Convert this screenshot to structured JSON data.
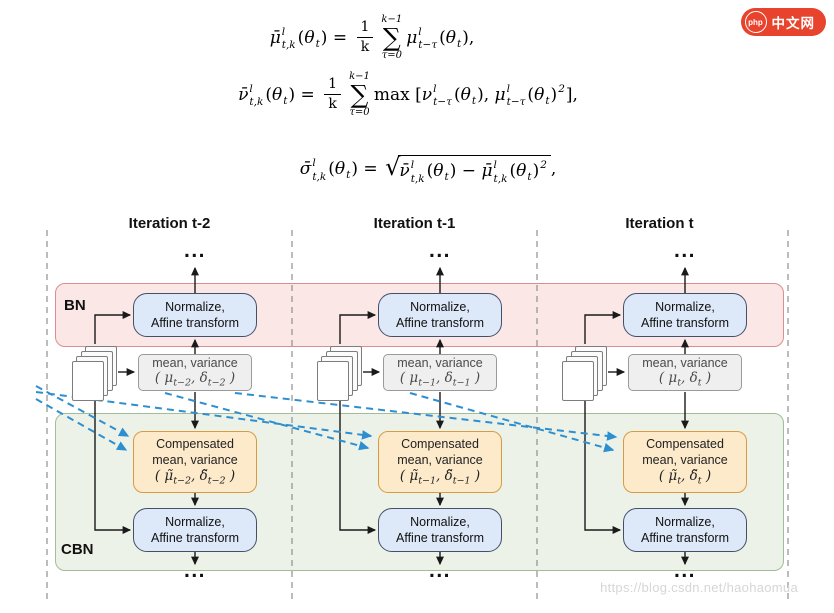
{
  "logo": {
    "badge": "php",
    "text": "中文网"
  },
  "watermark": "https://blog.csdn.net/haohaomua",
  "colors": {
    "bn_band_fill": "#fbe7e6",
    "bn_band_border": "#d98f8f",
    "cbn_band_fill": "#edf2e8",
    "cbn_band_border": "#a4bc98",
    "normalize_box_fill": "#dde8f8",
    "stat_box_fill": "#efefef",
    "compensated_box_fill": "#fceacb",
    "compensated_box_border": "#d89c3e",
    "dashed_arrow_blue": "#2e8fd0",
    "logo_red": "#e8432c"
  },
  "equations": [
    {
      "name": "running mean",
      "tokens": [
        {
          "i": "μ̄"
        },
        {
          "ss": {
            "up": "l",
            "dn": "t,k"
          }
        },
        {
          "t": "("
        },
        {
          "i": "θ"
        },
        {
          "ss": {
            "dn": "t"
          }
        },
        {
          "t": ")"
        },
        {
          "t": " = "
        },
        {
          "frac": {
            "n": "1",
            "d": "k"
          }
        },
        {
          "sum": {
            "up": "k−1",
            "dn": "τ=0"
          }
        },
        {
          "i": "μ"
        },
        {
          "ss": {
            "up": "l",
            "dn": "t−τ"
          }
        },
        {
          "t": "("
        },
        {
          "i": "θ"
        },
        {
          "ss": {
            "dn": "t"
          }
        },
        {
          "t": "),"
        }
      ]
    },
    {
      "name": "running variance",
      "tokens": [
        {
          "i": "ν̄"
        },
        {
          "ss": {
            "up": "l",
            "dn": "t,k"
          }
        },
        {
          "t": "("
        },
        {
          "i": "θ"
        },
        {
          "ss": {
            "dn": "t"
          }
        },
        {
          "t": ")"
        },
        {
          "t": " = "
        },
        {
          "frac": {
            "n": "1",
            "d": "k"
          }
        },
        {
          "sum": {
            "up": "k−1",
            "dn": "τ=0"
          }
        },
        {
          "t": "max "
        },
        {
          "t": "["
        },
        {
          "i": "ν"
        },
        {
          "ss": {
            "up": "l",
            "dn": "t−τ"
          }
        },
        {
          "t": "("
        },
        {
          "i": "θ"
        },
        {
          "ss": {
            "dn": "t"
          }
        },
        {
          "t": ")"
        },
        {
          "t": ", "
        },
        {
          "i": "μ"
        },
        {
          "ss": {
            "up": "l",
            "dn": "t−τ"
          }
        },
        {
          "t": "("
        },
        {
          "i": "θ"
        },
        {
          "ss": {
            "dn": "t"
          }
        },
        {
          "t": ")"
        },
        {
          "ss": {
            "up": "2"
          }
        },
        {
          "t": "],"
        }
      ]
    },
    {
      "name": "running std",
      "tokens": [
        {
          "i": "σ̄"
        },
        {
          "ss": {
            "up": "l",
            "dn": "t,k"
          }
        },
        {
          "t": "("
        },
        {
          "i": "θ"
        },
        {
          "ss": {
            "dn": "t"
          }
        },
        {
          "t": ")"
        },
        {
          "t": " = "
        },
        {
          "sqrt": [
            {
              "i": "ν̄"
            },
            {
              "ss": {
                "up": "l",
                "dn": "t,k"
              }
            },
            {
              "t": "("
            },
            {
              "i": "θ"
            },
            {
              "ss": {
                "dn": "t"
              }
            },
            {
              "t": ")"
            },
            {
              "t": " − "
            },
            {
              "i": "μ̄"
            },
            {
              "ss": {
                "up": "l",
                "dn": "t,k"
              }
            },
            {
              "t": "("
            },
            {
              "i": "θ"
            },
            {
              "ss": {
                "dn": "t"
              }
            },
            {
              "t": ")"
            },
            {
              "ss": {
                "up": "2"
              }
            }
          ]
        },
        {
          "t": ","
        }
      ]
    }
  ],
  "diagram": {
    "bn_label": "BN",
    "cbn_label": "CBN",
    "columns": [
      {
        "header": "Iteration t-2",
        "dots": "...",
        "bn_box": [
          "Normalize,",
          "Affine transform"
        ],
        "stat_label": "mean, variance",
        "stat": {
          "p0": "( ",
          "g1": "μ",
          "s1": "t−2",
          "p1": ", ",
          "g2": "δ",
          "s2": "t−2",
          "p2": " )"
        },
        "comp_label1": "Compensated",
        "comp_label2": "mean, variance",
        "comp": {
          "p0": "( ",
          "g1": "μ̃",
          "s1": "t−2",
          "p1": ", ",
          "g2": "δ̃",
          "s2": "t−2",
          "p2": " )"
        },
        "cbn_box": [
          "Normalize,",
          "Affine transform"
        ]
      },
      {
        "header": "Iteration t-1",
        "dots": "...",
        "bn_box": [
          "Normalize,",
          "Affine transform"
        ],
        "stat_label": "mean, variance",
        "stat": {
          "p0": "( ",
          "g1": "μ",
          "s1": "t−1",
          "p1": ", ",
          "g2": "δ",
          "s2": "t−1",
          "p2": " )"
        },
        "comp_label1": "Compensated",
        "comp_label2": "mean, variance",
        "comp": {
          "p0": "( ",
          "g1": "μ̃",
          "s1": "t−1",
          "p1": ", ",
          "g2": "δ̃",
          "s2": "t−1",
          "p2": " )"
        },
        "cbn_box": [
          "Normalize,",
          "Affine transform"
        ]
      },
      {
        "header": "Iteration t",
        "dots": "...",
        "bn_box": [
          "Normalize,",
          "Affine transform"
        ],
        "stat_label": "mean, variance",
        "stat": {
          "p0": "( ",
          "g1": "μ",
          "s1": "t",
          "p1": ", ",
          "g2": "δ",
          "s2": "t",
          "p2": " )"
        },
        "comp_label1": "Compensated",
        "comp_label2": "mean, variance",
        "comp": {
          "p0": "( ",
          "g1": "μ̃",
          "s1": "t",
          "p1": ", ",
          "g2": "δ̃",
          "s2": "t",
          "p2": " )"
        },
        "cbn_box": [
          "Normalize,",
          "Affine transform"
        ]
      }
    ]
  }
}
